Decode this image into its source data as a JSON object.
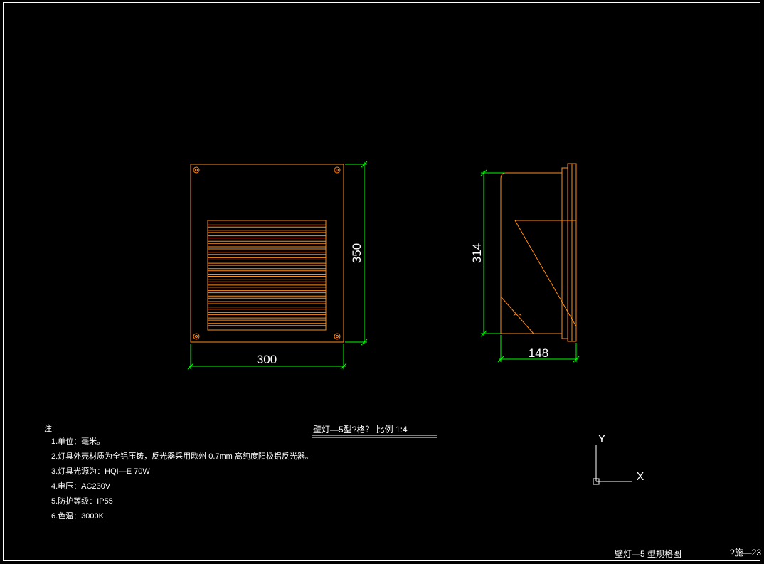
{
  "drawing": {
    "title_label": "壁灯—5型?格？  比例  1:4",
    "sheet_name": "壁灯—5  型规格图",
    "sheet_number": "?施—23"
  },
  "dimensions": {
    "width": "300",
    "height": "350",
    "side_height": "314",
    "depth": "148"
  },
  "notes": {
    "heading": "注:",
    "items": [
      "1.单位：毫米。",
      "2.灯具外壳材质为全铝压铸，反光器采用欧州 0.7mm 高纯度阳极铝反光器。",
      "3.灯具光源为：HQI—E 70W",
      "4.电压：AC230V",
      "5.防护等级：IP55",
      "6.色温：3000K"
    ]
  },
  "ucs": {
    "x_label": "X",
    "y_label": "Y"
  },
  "colors": {
    "background": "#000000",
    "fixture": "#ff8c1a",
    "dimension": "#00ff00",
    "text": "#ffffff"
  }
}
